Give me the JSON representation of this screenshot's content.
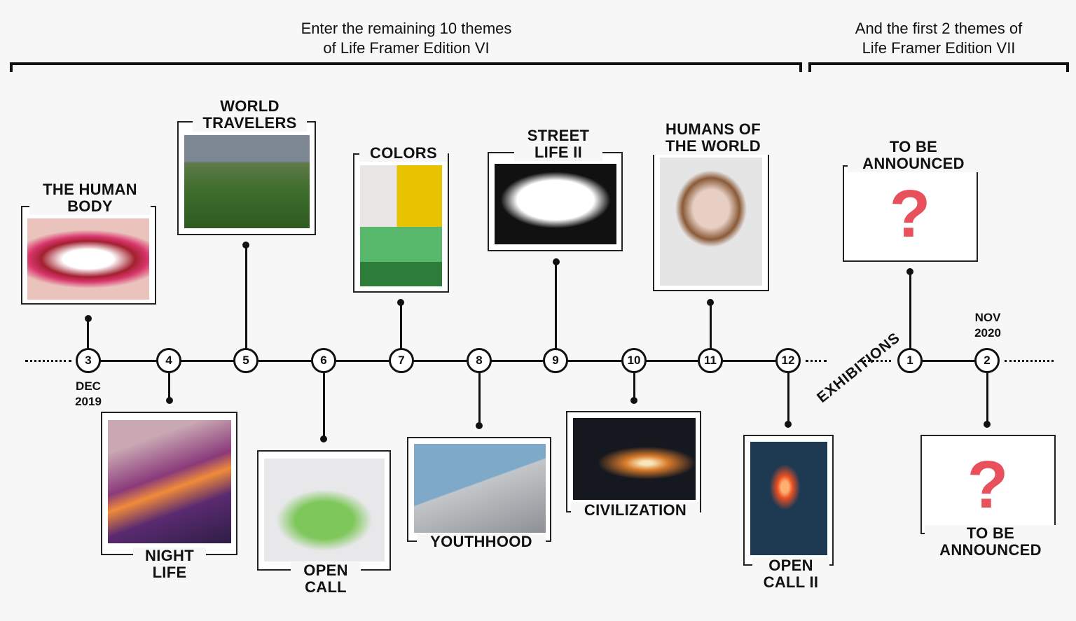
{
  "headers": {
    "left_line1": "Enter the remaining 10 themes",
    "left_line2": "of Life Framer Edition VI",
    "right_line1": "And the first 2 themes of",
    "right_line2": "Life Framer Edition VII"
  },
  "nodes": [
    "3",
    "4",
    "5",
    "6",
    "7",
    "8",
    "9",
    "10",
    "11",
    "12",
    "1",
    "2"
  ],
  "dates": {
    "start_month": "DEC",
    "start_year": "2019",
    "end_month": "NOV",
    "end_year": "2020"
  },
  "exhibitions_label": "EXHIBITIONS",
  "themes": {
    "human_body": [
      "THE HUMAN",
      "BODY"
    ],
    "night_life": [
      "NIGHT",
      "LIFE"
    ],
    "world_travelers": [
      "WORLD",
      "TRAVELERS"
    ],
    "open_call": [
      "OPEN",
      "CALL"
    ],
    "colors": [
      "COLORS"
    ],
    "youthhood": [
      "YOUTHHOOD"
    ],
    "street_life": [
      "STREET",
      "LIFE II"
    ],
    "civilization": [
      "CIVILIZATION"
    ],
    "humans_world": [
      "HUMANS OF",
      "THE WORLD"
    ],
    "open_call_2": [
      "OPEN",
      "CALL II"
    ],
    "tba_1": [
      "TO BE",
      "ANNOUNCED"
    ],
    "tba_2": [
      "TO BE",
      "ANNOUNCED"
    ]
  },
  "question_mark": "?",
  "colors": {
    "accent": "#e8505b",
    "line": "#111111"
  }
}
